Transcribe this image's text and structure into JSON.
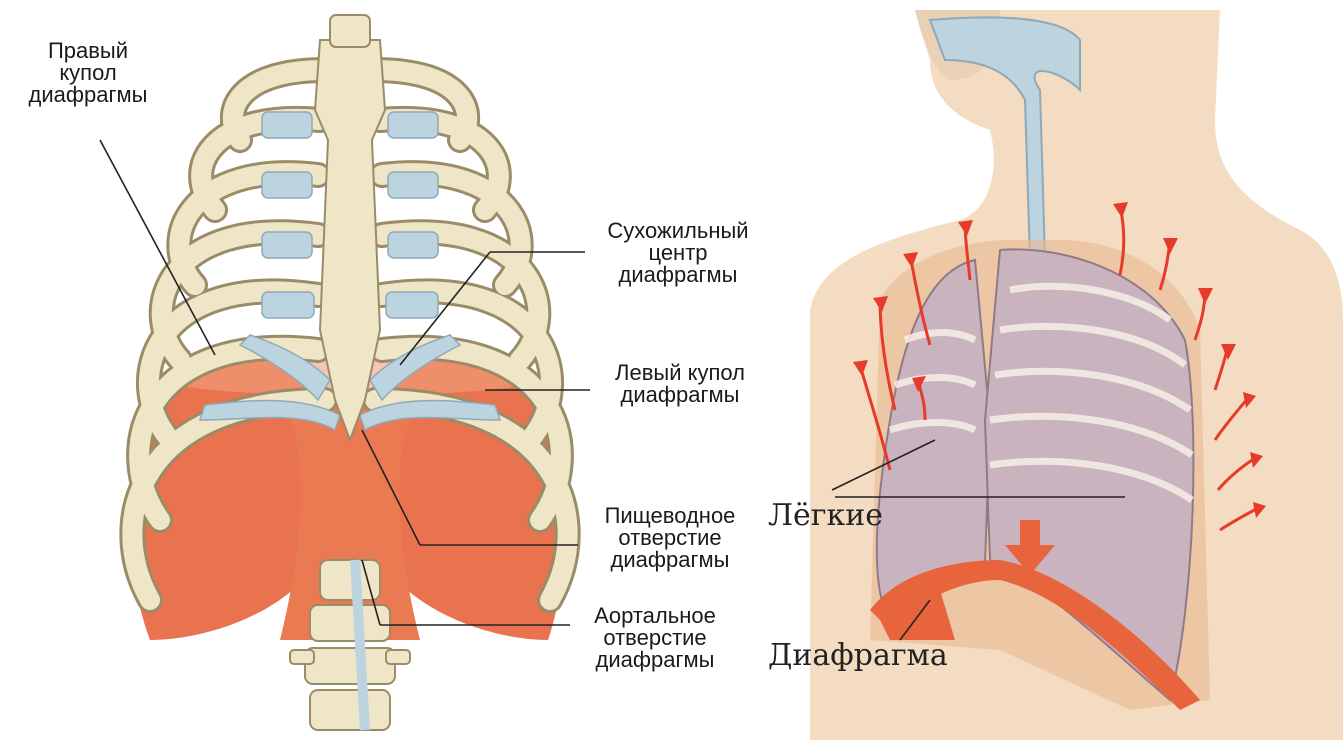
{
  "left_figure": {
    "labels": {
      "right_dome": [
        "Правый",
        "купол",
        "диафрагмы"
      ],
      "central_tendon": [
        "Сухожильный",
        "центр",
        "диафрагмы"
      ],
      "left_dome": [
        "Левый купол",
        "диафрагмы"
      ],
      "esophageal_hiatus": [
        "Пищеводное",
        "отверстие",
        "диафрагмы"
      ],
      "aortic_hiatus": [
        "Аортальное",
        "отверстие",
        "диафрагмы"
      ]
    }
  },
  "right_figure": {
    "labels": {
      "lungs": "Лёгкие",
      "diaphragm": "Диафрагма"
    }
  },
  "colors": {
    "bone": "#efe6c8",
    "bone_outline": "#9a8c66",
    "cartilage": "#bcd3e0",
    "muscle": "#e8643c",
    "muscle_light": "#f2a07e",
    "skin": "#f3dcc2",
    "lung": "#c9b3be",
    "arrow": "#e83a2a"
  }
}
